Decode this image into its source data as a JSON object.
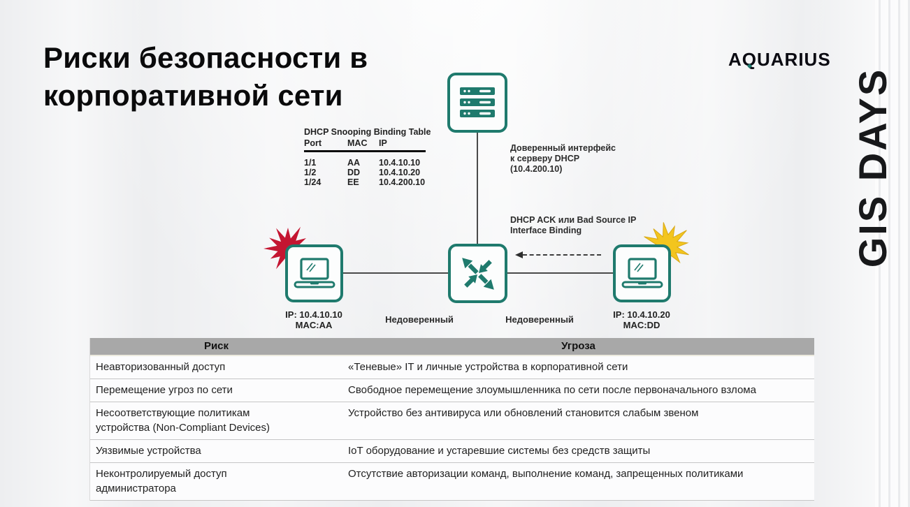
{
  "slide": {
    "title_line1": "Риски безопасности в",
    "title_line2": "корпоративной сети",
    "brand": "AQUARIUS",
    "event": "GIS DAYS"
  },
  "diagram": {
    "binding_table": {
      "title": "DHCP Snooping Binding Table",
      "headers": [
        "Port",
        "MAC",
        "IP"
      ],
      "rows": [
        [
          "1/1",
          "AA",
          "10.4.10.10"
        ],
        [
          "1/2",
          "DD",
          "10.4.10.20"
        ],
        [
          "1/24",
          "EE",
          "10.4.200.10"
        ]
      ]
    },
    "trusted_note": [
      "Доверенный интерфейс",
      "к серверу DHCP",
      "(10.4.200.10)"
    ],
    "ack_note": [
      "DHCP ACK или Bad Source IP",
      "Interface Binding"
    ],
    "left_host": {
      "ip": "IP: 10.4.10.10",
      "mac": "MAC:AA"
    },
    "right_host": {
      "ip": "IP: 10.4.10.20",
      "mac": "MAC:DD"
    },
    "untrusted_left": "Недоверенный",
    "untrusted_right": "Недоверенный"
  },
  "risk_table": {
    "headers": {
      "risk": "Риск",
      "threat": "Угроза"
    },
    "rows": [
      {
        "risk": "Неавторизованный доступ",
        "threat": "«Теневые» IT и личные устройства в корпоративной сети"
      },
      {
        "risk": "Перемещение угроз по сети",
        "threat": "Свободное перемещение злоумышленника по сети после первоначального взлома"
      },
      {
        "risk": "Несоответствующие политикам устройства (Non-Compliant Devices)",
        "threat": "Устройство без антивируса или обновлений становится слабым звеном"
      },
      {
        "risk": "Уязвимые устройства",
        "threat": "IoT оборудование и устаревшие системы без средств защиты"
      },
      {
        "risk": "Неконтролируемый доступ администратора",
        "threat": "Отсутствие авторизации команд, выполнение команд, запрещенных политиками"
      }
    ]
  },
  "colors": {
    "teal": "#1f7a6d",
    "red_burst": "#c41531",
    "yellow_burst": "#f3c51e",
    "header_gray": "#a8a8a8"
  }
}
